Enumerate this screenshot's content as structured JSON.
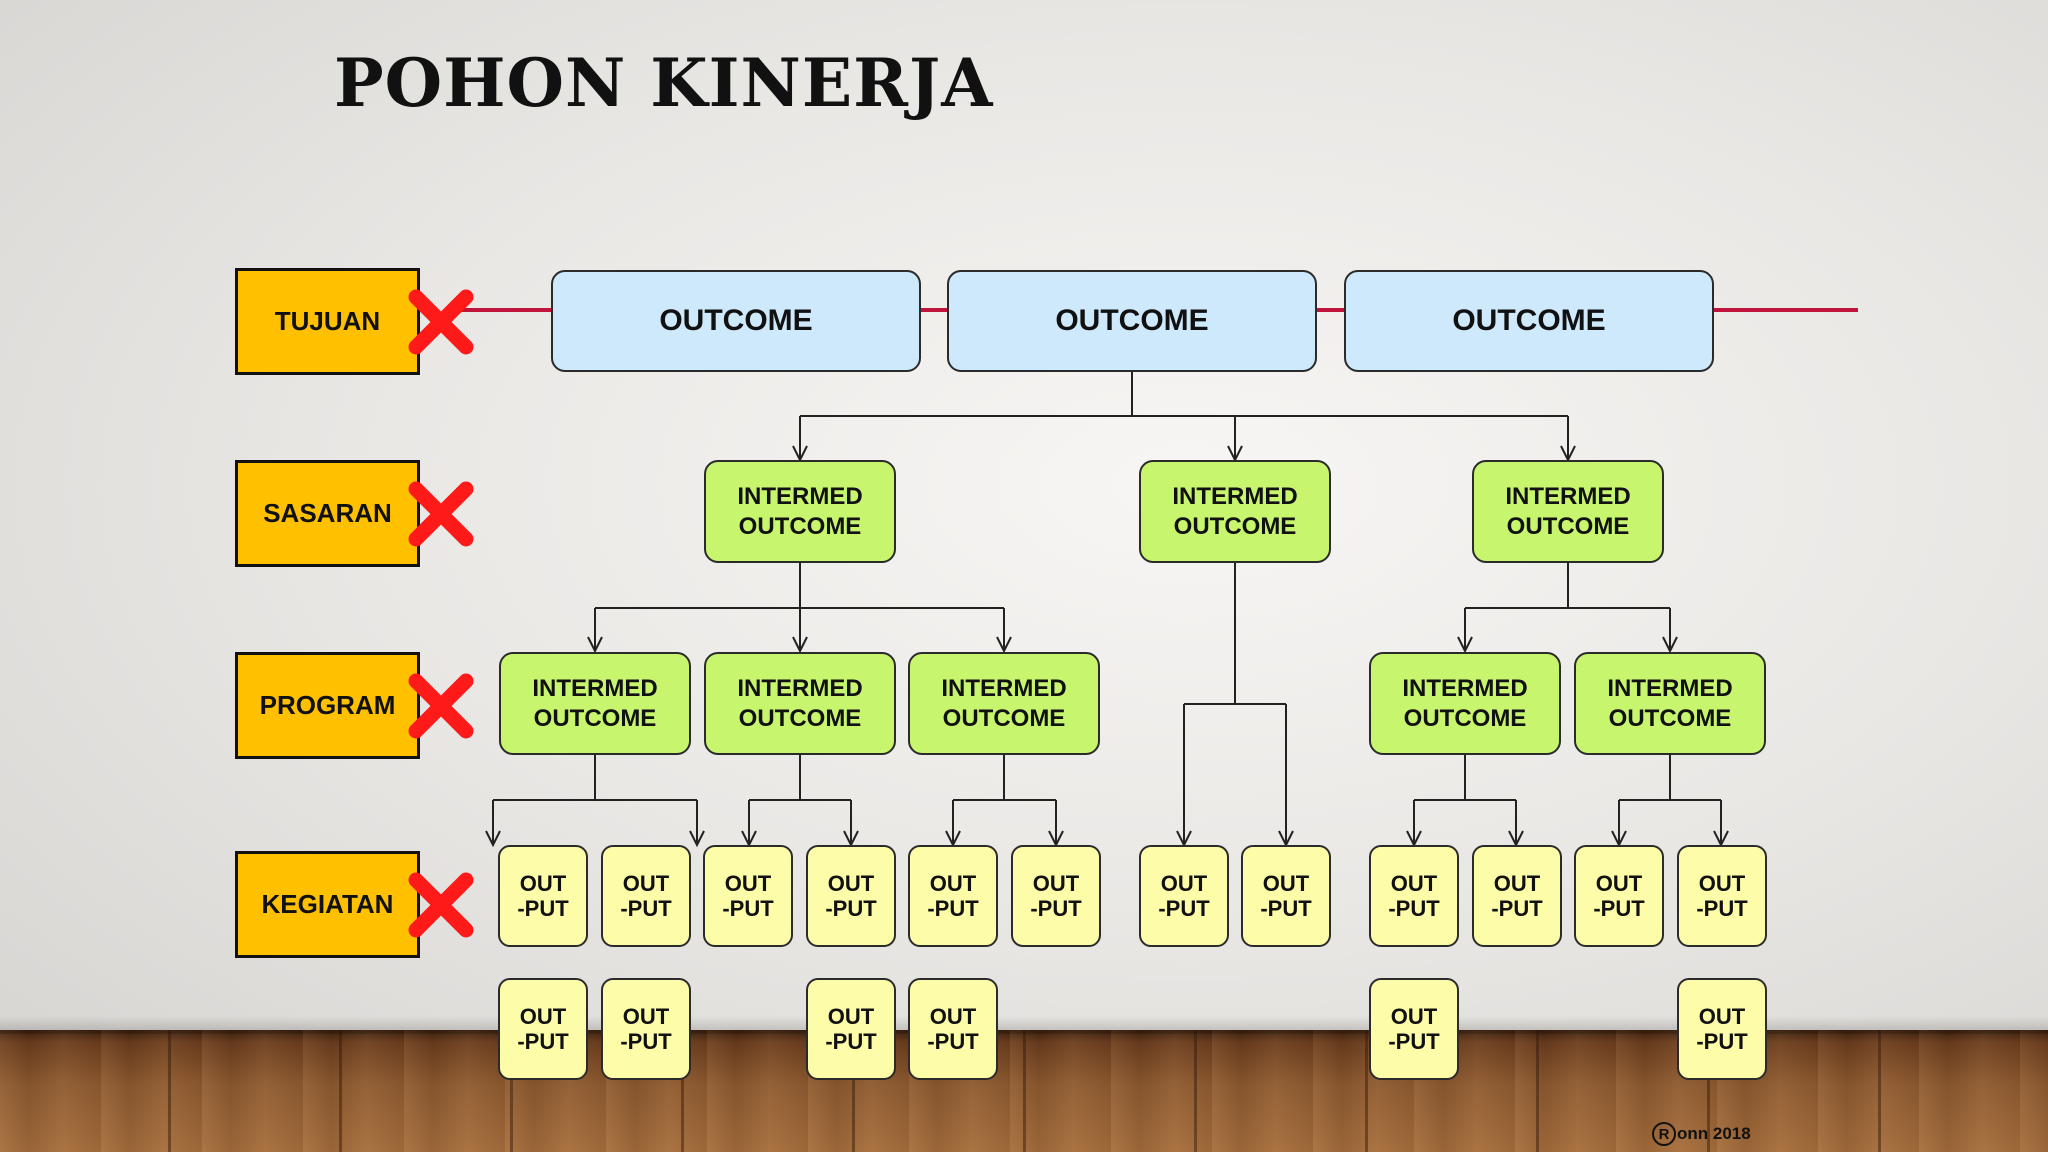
{
  "title": "POHON KINERJA",
  "levels": [
    "TUJUAN",
    "SASARAN",
    "PROGRAM",
    "KEGIATAN"
  ],
  "outcomes": [
    "OUTCOME",
    "OUTCOME",
    "OUTCOME"
  ],
  "intermediate_label": "INTERMED\nOUTCOME",
  "output_label": "OUT\n-PUT",
  "credit": {
    "mark": "R",
    "text": "onn 2018"
  },
  "colors": {
    "level_fill": "#ffc000",
    "outcome_fill": "#cde9fb",
    "intermediate_fill": "#c8f56e",
    "output_fill": "#fdfca8",
    "x_mark": "#ff1a1a",
    "red_line": "#c0143c"
  },
  "icons": [
    "x-mark-icon",
    "registered-mark-icon"
  ]
}
